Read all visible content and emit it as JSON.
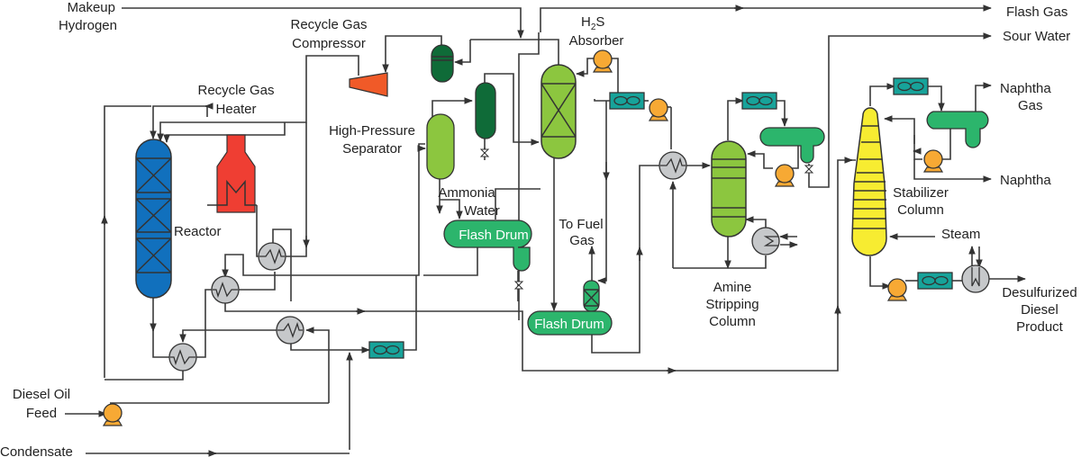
{
  "diagram": {
    "title": "Diesel Hydrotreating Process Flow",
    "labels": {
      "makeup_hydrogen": [
        "Makeup",
        "Hydrogen"
      ],
      "recycle_gas_compressor": [
        "Recycle Gas",
        "Compressor"
      ],
      "recycle_gas_heater": [
        "Recycle Gas",
        "Heater"
      ],
      "reactor": "Reactor",
      "high_pressure_separator": [
        "High-Pressure",
        "Separator"
      ],
      "ammonia_water": [
        "Ammonia",
        "Water"
      ],
      "flash_drum_1": "Flash Drum",
      "flash_drum_2": "Flash Drum",
      "h2s_absorber": [
        "H",
        "2",
        "S",
        "Absorber"
      ],
      "to_fuel_gas": [
        "To Fuel",
        "Gas"
      ],
      "amine_stripping_column": [
        "Amine",
        "Stripping",
        "Column"
      ],
      "stabilizer_column": [
        "Stabilizer",
        "Column"
      ],
      "flash_gas": "Flash Gas",
      "sour_water": "Sour Water",
      "naphtha_gas": [
        "Naphtha",
        "Gas"
      ],
      "naphtha": "Naphtha",
      "steam": "Steam",
      "desulfurized_diesel_product": [
        "Desulfurized",
        "Diesel",
        "Product"
      ],
      "diesel_oil_feed": [
        "Diesel Oil",
        "Feed"
      ],
      "condensate": "Condensate"
    },
    "colors": {
      "reactor": "#1170bd",
      "heater": "#ef3e33",
      "compressor": "#f05a28",
      "dark_green": "#0f6b38",
      "light_green": "#8cc63f",
      "mid_green": "#2cb56c",
      "pump": "#f7a934",
      "exchanger": "#c6c8ca",
      "air_cooler": "#17a39a",
      "stabilizer": "#f7ec31",
      "line": "#3a3a3a"
    }
  }
}
